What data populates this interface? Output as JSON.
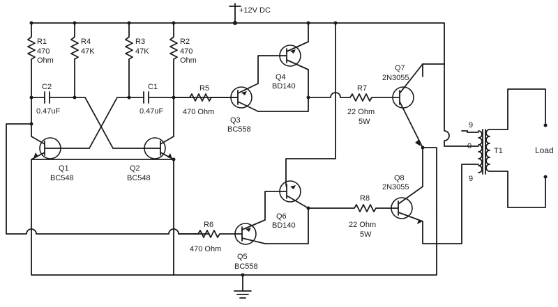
{
  "supply_label": "+12V DC",
  "load_label": "Load",
  "resistors": [
    {
      "name": "R1",
      "value": "470",
      "unit": "Ohm"
    },
    {
      "name": "R4",
      "value": "47K"
    },
    {
      "name": "R3",
      "value": "47K"
    },
    {
      "name": "R2",
      "value": "470",
      "unit": "Ohm"
    },
    {
      "name": "R5",
      "value": "470 Ohm"
    },
    {
      "name": "R7",
      "value": "22 Ohm",
      "power": "5W"
    },
    {
      "name": "R6",
      "value": "470 Ohm"
    },
    {
      "name": "R8",
      "value": "22 Ohm",
      "power": "5W"
    }
  ],
  "capacitors": [
    {
      "name": "C2",
      "value": "0.47uF"
    },
    {
      "name": "C1",
      "value": "0.47uF"
    }
  ],
  "transistors": [
    {
      "name": "Q1",
      "part": "BC548"
    },
    {
      "name": "Q2",
      "part": "BC548"
    },
    {
      "name": "Q3",
      "part": "BC558"
    },
    {
      "name": "Q4",
      "part": "BD140"
    },
    {
      "name": "Q5",
      "part": "BC558"
    },
    {
      "name": "Q6",
      "part": "BD140"
    },
    {
      "name": "Q7",
      "part": "2N3055"
    },
    {
      "name": "Q8",
      "part": "2N3055"
    }
  ],
  "transformer": {
    "name": "T1",
    "tap_top": "9",
    "tap_center": "0",
    "tap_bottom": "9"
  }
}
